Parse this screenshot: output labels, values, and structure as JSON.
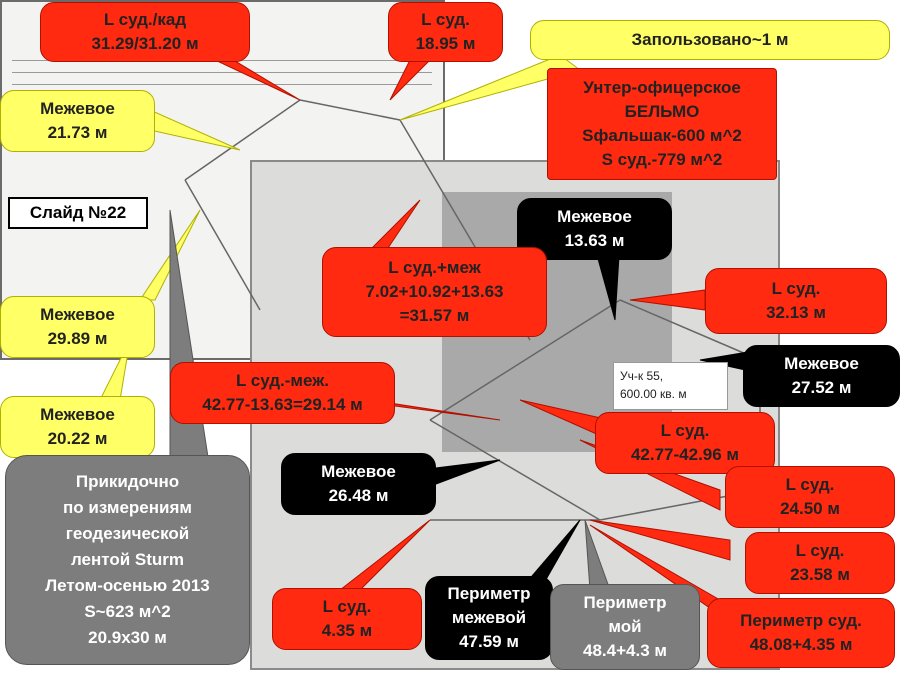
{
  "slide_label": "Слайд №22",
  "parcel_label": {
    "line1": "Уч-к 55,",
    "line2": "600.00 кв. м"
  },
  "callouts": {
    "l_sud_kad": {
      "line1": "L суд./кад",
      "line2": "31.29/31.20 м"
    },
    "l_sud_top": {
      "line1": "L суд.",
      "line2": "18.95 м"
    },
    "zapolzovano": {
      "line1": "Запользовано~1 м"
    },
    "belmo": {
      "line1": "Унтер-офицерское",
      "line2": "БЕЛЬМО",
      "line3": "Sфальшак-600 м^2",
      "line4": "S суд.-779 м^2"
    },
    "mezh_21": {
      "line1": "Межевое",
      "line2": "21.73 м"
    },
    "mezh_13": {
      "line1": "Межевое",
      "line2": "13.63 м"
    },
    "l_sud_mezh": {
      "line1": "L суд.+меж",
      "line2": "7.02+10.92+13.63",
      "line3": "=31.57 м"
    },
    "l_sud_32": {
      "line1": "L суд.",
      "line2": "32.13 м"
    },
    "mezh_29": {
      "line1": "Межевое",
      "line2": "29.89 м"
    },
    "mezh_27": {
      "line1": "Межевое",
      "line2": "27.52 м"
    },
    "l_sud_minus": {
      "line1": "L суд.-меж.",
      "line2": "42.77-13.63=29.14 м"
    },
    "mezh_20": {
      "line1": "Межевое",
      "line2": "20.22 м"
    },
    "l_sud_42": {
      "line1": "L суд.",
      "line2": "42.77-42.96 м"
    },
    "mezh_26": {
      "line1": "Межевое",
      "line2": "26.48 м"
    },
    "l_sud_24": {
      "line1": "L суд.",
      "line2": "24.50 м"
    },
    "prikid": {
      "line1": "Прикидочно",
      "line2": "по измерениям",
      "line3": "геодезической",
      "line4": "лентой Sturm",
      "line5": "Летом-осенью 2013",
      "line6": "S~623 м^2",
      "line7": "20.9x30 м"
    },
    "l_sud_23": {
      "line1": "L суд.",
      "line2": "23.58 м"
    },
    "l_sud_4": {
      "line1": "L суд.",
      "line2": "4.35 м"
    },
    "perim_mezh": {
      "line1": "Периметр",
      "line2": "межевой",
      "line3": "47.59 м"
    },
    "perim_moy": {
      "line1": "Периметр",
      "line2": "мой",
      "line3": "48.4+4.3 м"
    },
    "perim_sud": {
      "line1": "Периметр суд.",
      "line2": "48.08+4.35 м"
    }
  },
  "colors": {
    "red": "#ff2a10",
    "yellow": "#ffff66",
    "black": "#000000",
    "gray": "#7d7d7d"
  }
}
